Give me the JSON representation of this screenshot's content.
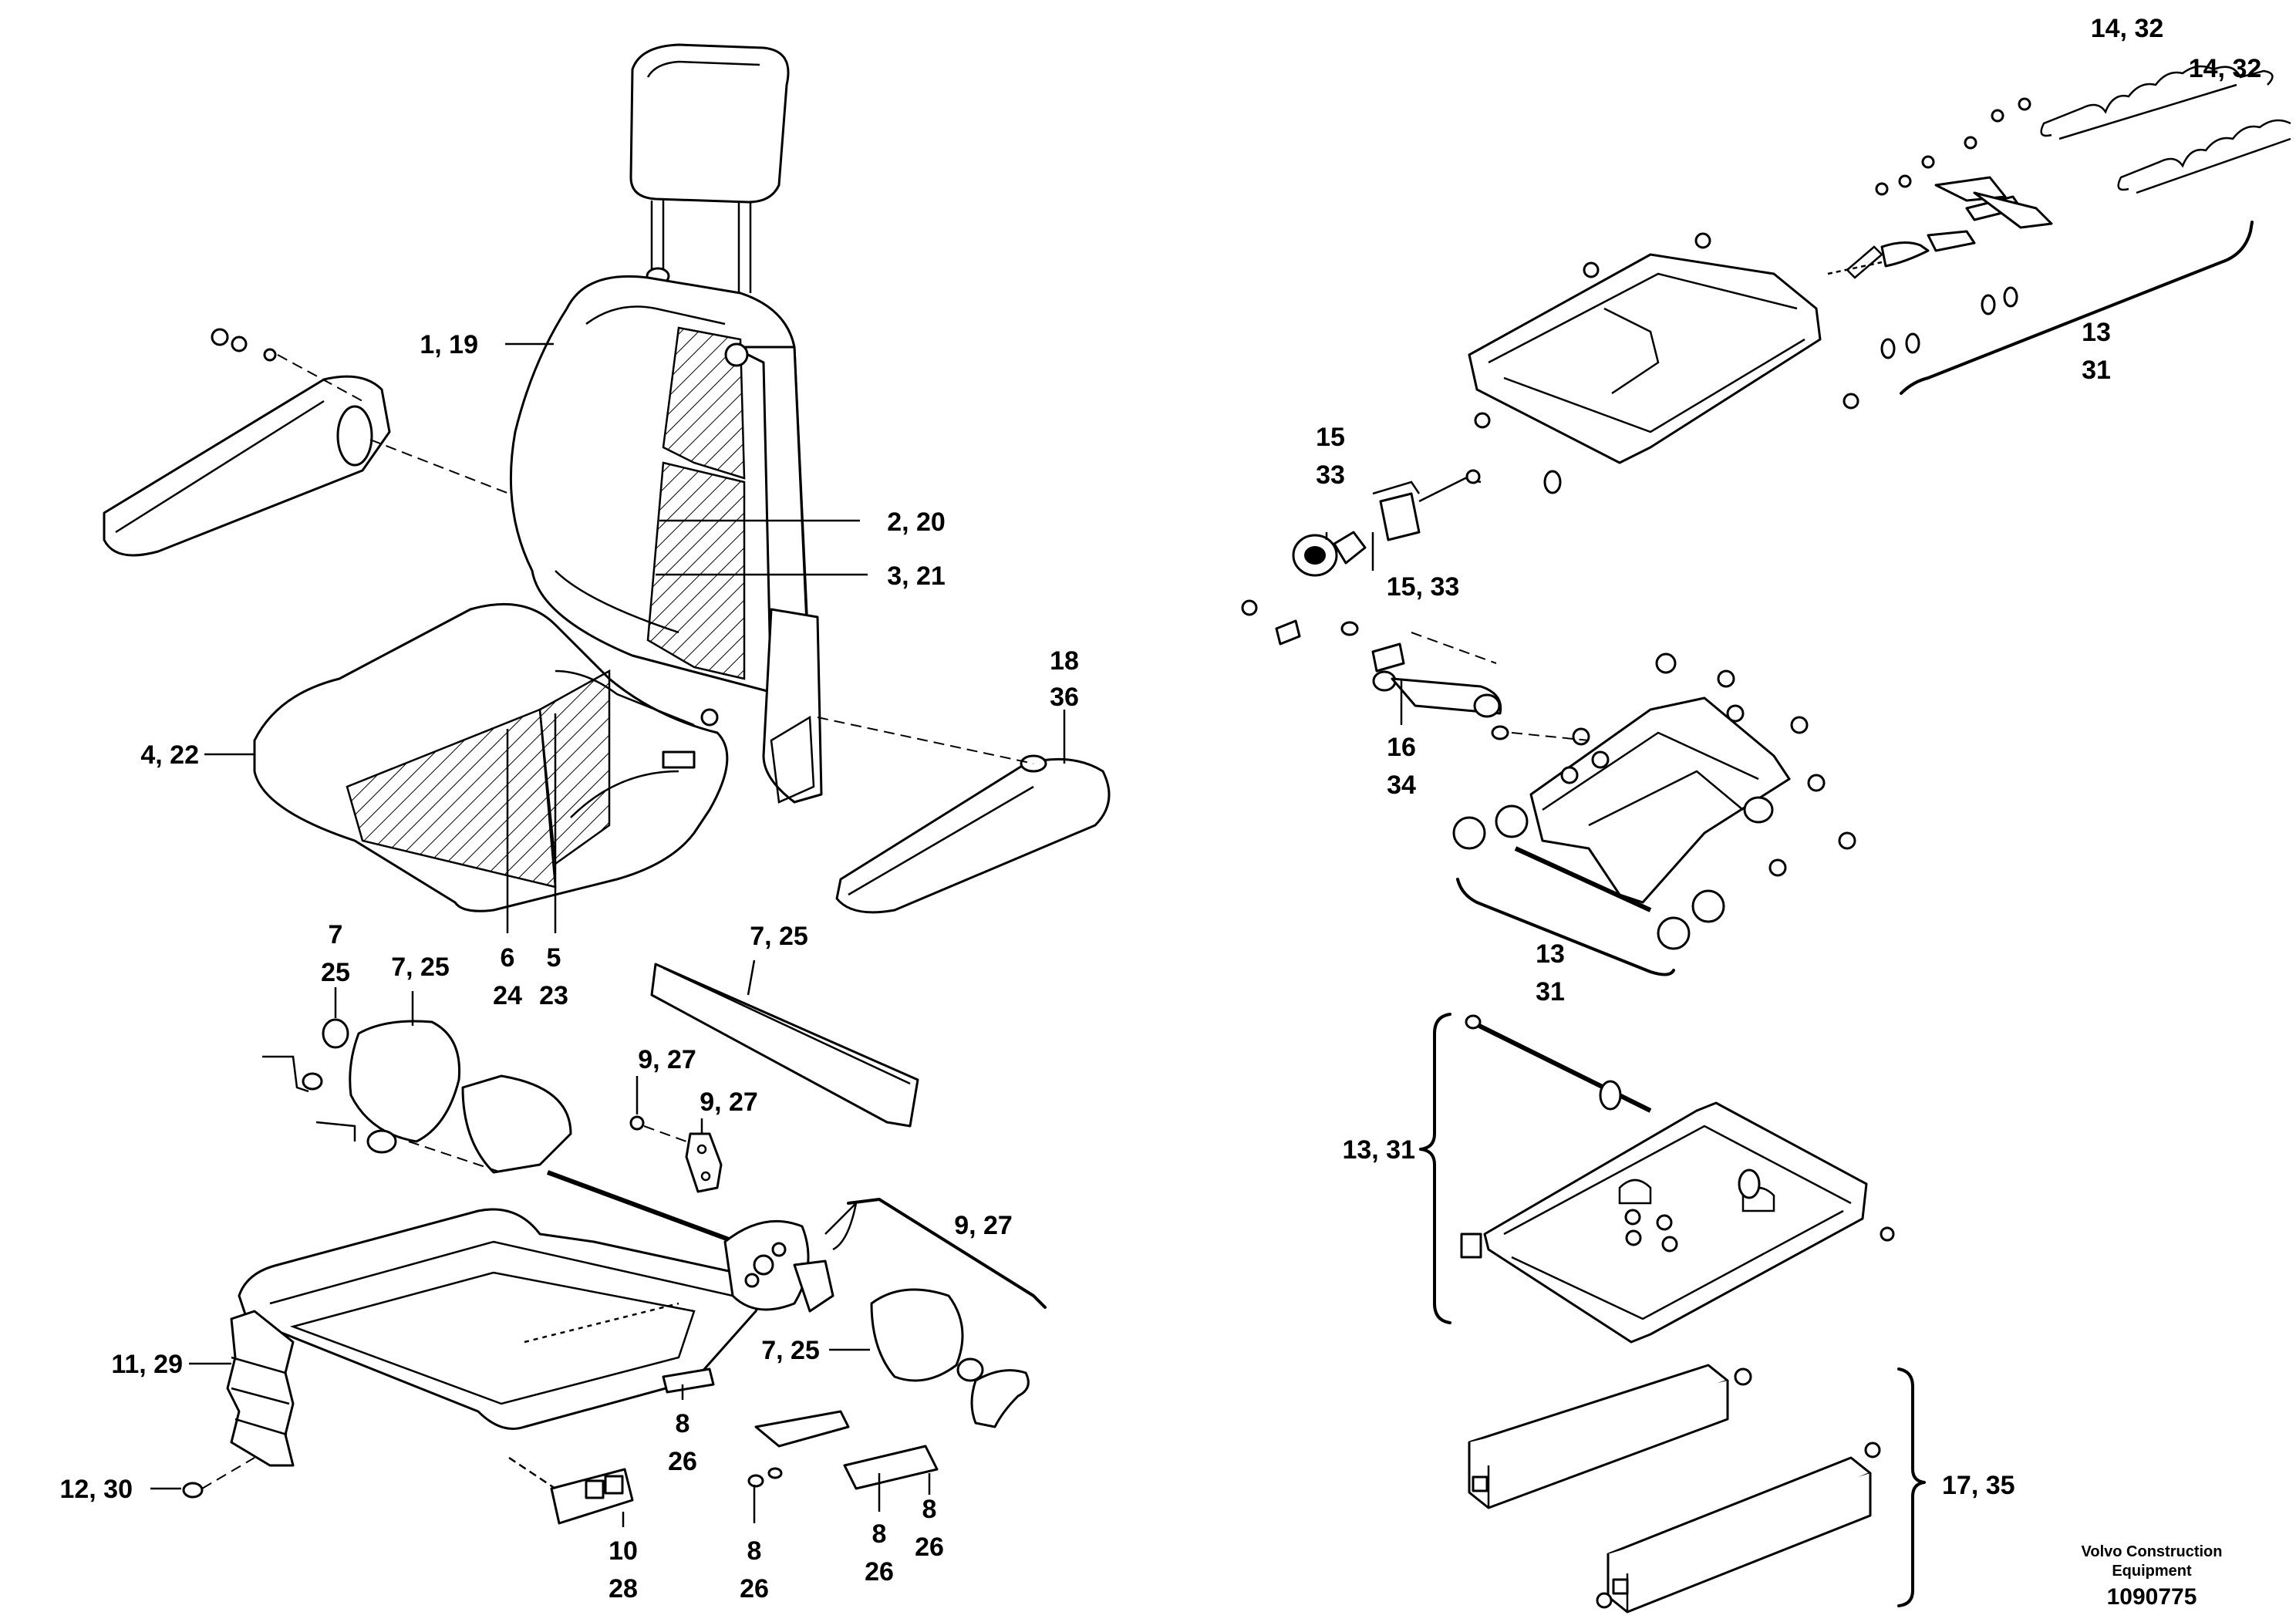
{
  "labels": {
    "seat_back": [
      "1, 19"
    ],
    "back_pad_upper": [
      "2, 20"
    ],
    "back_pad_lower": [
      "3, 21"
    ],
    "seat_cushion": [
      "4, 22"
    ],
    "cushion_insert_a": [
      "6",
      "24"
    ],
    "cushion_insert_b": [
      "5",
      "23"
    ],
    "armrest_right": [
      "18",
      "36"
    ],
    "knob_top": [
      "7",
      "25"
    ],
    "lumbar_cover": [
      "7, 25"
    ],
    "side_trim": [
      "7, 25"
    ],
    "lever_plate_a": [
      "9, 27"
    ],
    "lever_plate_b": [
      "9, 27"
    ],
    "recliner_group": [
      "9, 27"
    ],
    "recliner_cover": [
      "7, 25"
    ],
    "bellows": [
      "11, 29"
    ],
    "screw": [
      "12, 30"
    ],
    "switch_block": [
      "10",
      "28"
    ],
    "clip_a": [
      "8",
      "26"
    ],
    "clip_b": [
      "8",
      "26"
    ],
    "clip_c": [
      "8",
      "26"
    ],
    "clip_d": [
      "8",
      "26"
    ],
    "spring_a": [
      "14, 32"
    ],
    "spring_b": [
      "14, 32"
    ],
    "upper_frame_group": [
      "13",
      "31"
    ],
    "adjust_knob": [
      "15",
      "33"
    ],
    "adjust_bracket": [
      "15, 33"
    ],
    "damper": [
      "16",
      "34"
    ],
    "scissor_group": [
      "13",
      "31"
    ],
    "base_frame_group": [
      "13, 31"
    ],
    "slide_rails": [
      "17, 35"
    ]
  },
  "footer": {
    "company_line1": "Volvo Construction",
    "company_line2": "Equipment",
    "drawing_number": "1090775"
  }
}
